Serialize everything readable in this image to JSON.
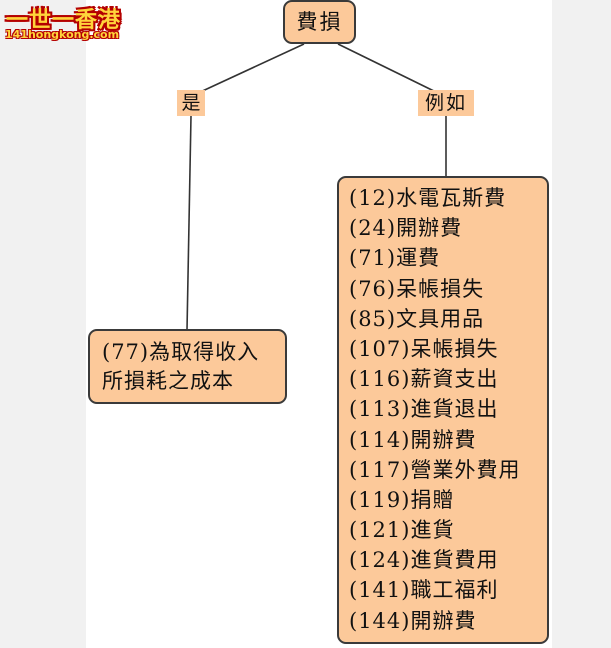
{
  "watermark": {
    "main": "一世一香港",
    "sub": "141hongkong.com"
  },
  "diagram": {
    "root": "費損",
    "edges": {
      "left_label": "是",
      "right_label": "例如"
    },
    "left_node": {
      "lines": [
        "(77)為取得收入",
        "所損耗之成本"
      ]
    },
    "right_node": {
      "items": [
        "(12)水電瓦斯費",
        "(24)開辦費",
        "(71)運費",
        "(76)呆帳損失",
        "(85)文具用品",
        "(107)呆帳損失",
        "(116)薪資支出",
        "(113)進貨退出",
        "(114)開辦費",
        "(117)營業外費用",
        "(119)捐贈",
        "(121)進貨",
        "(124)進貨費用",
        "(141)職工福利",
        "(144)開辦費"
      ]
    }
  },
  "colors": {
    "node_fill": "#fcc99a",
    "node_border": "#3a3a3a",
    "line": "#333333"
  }
}
